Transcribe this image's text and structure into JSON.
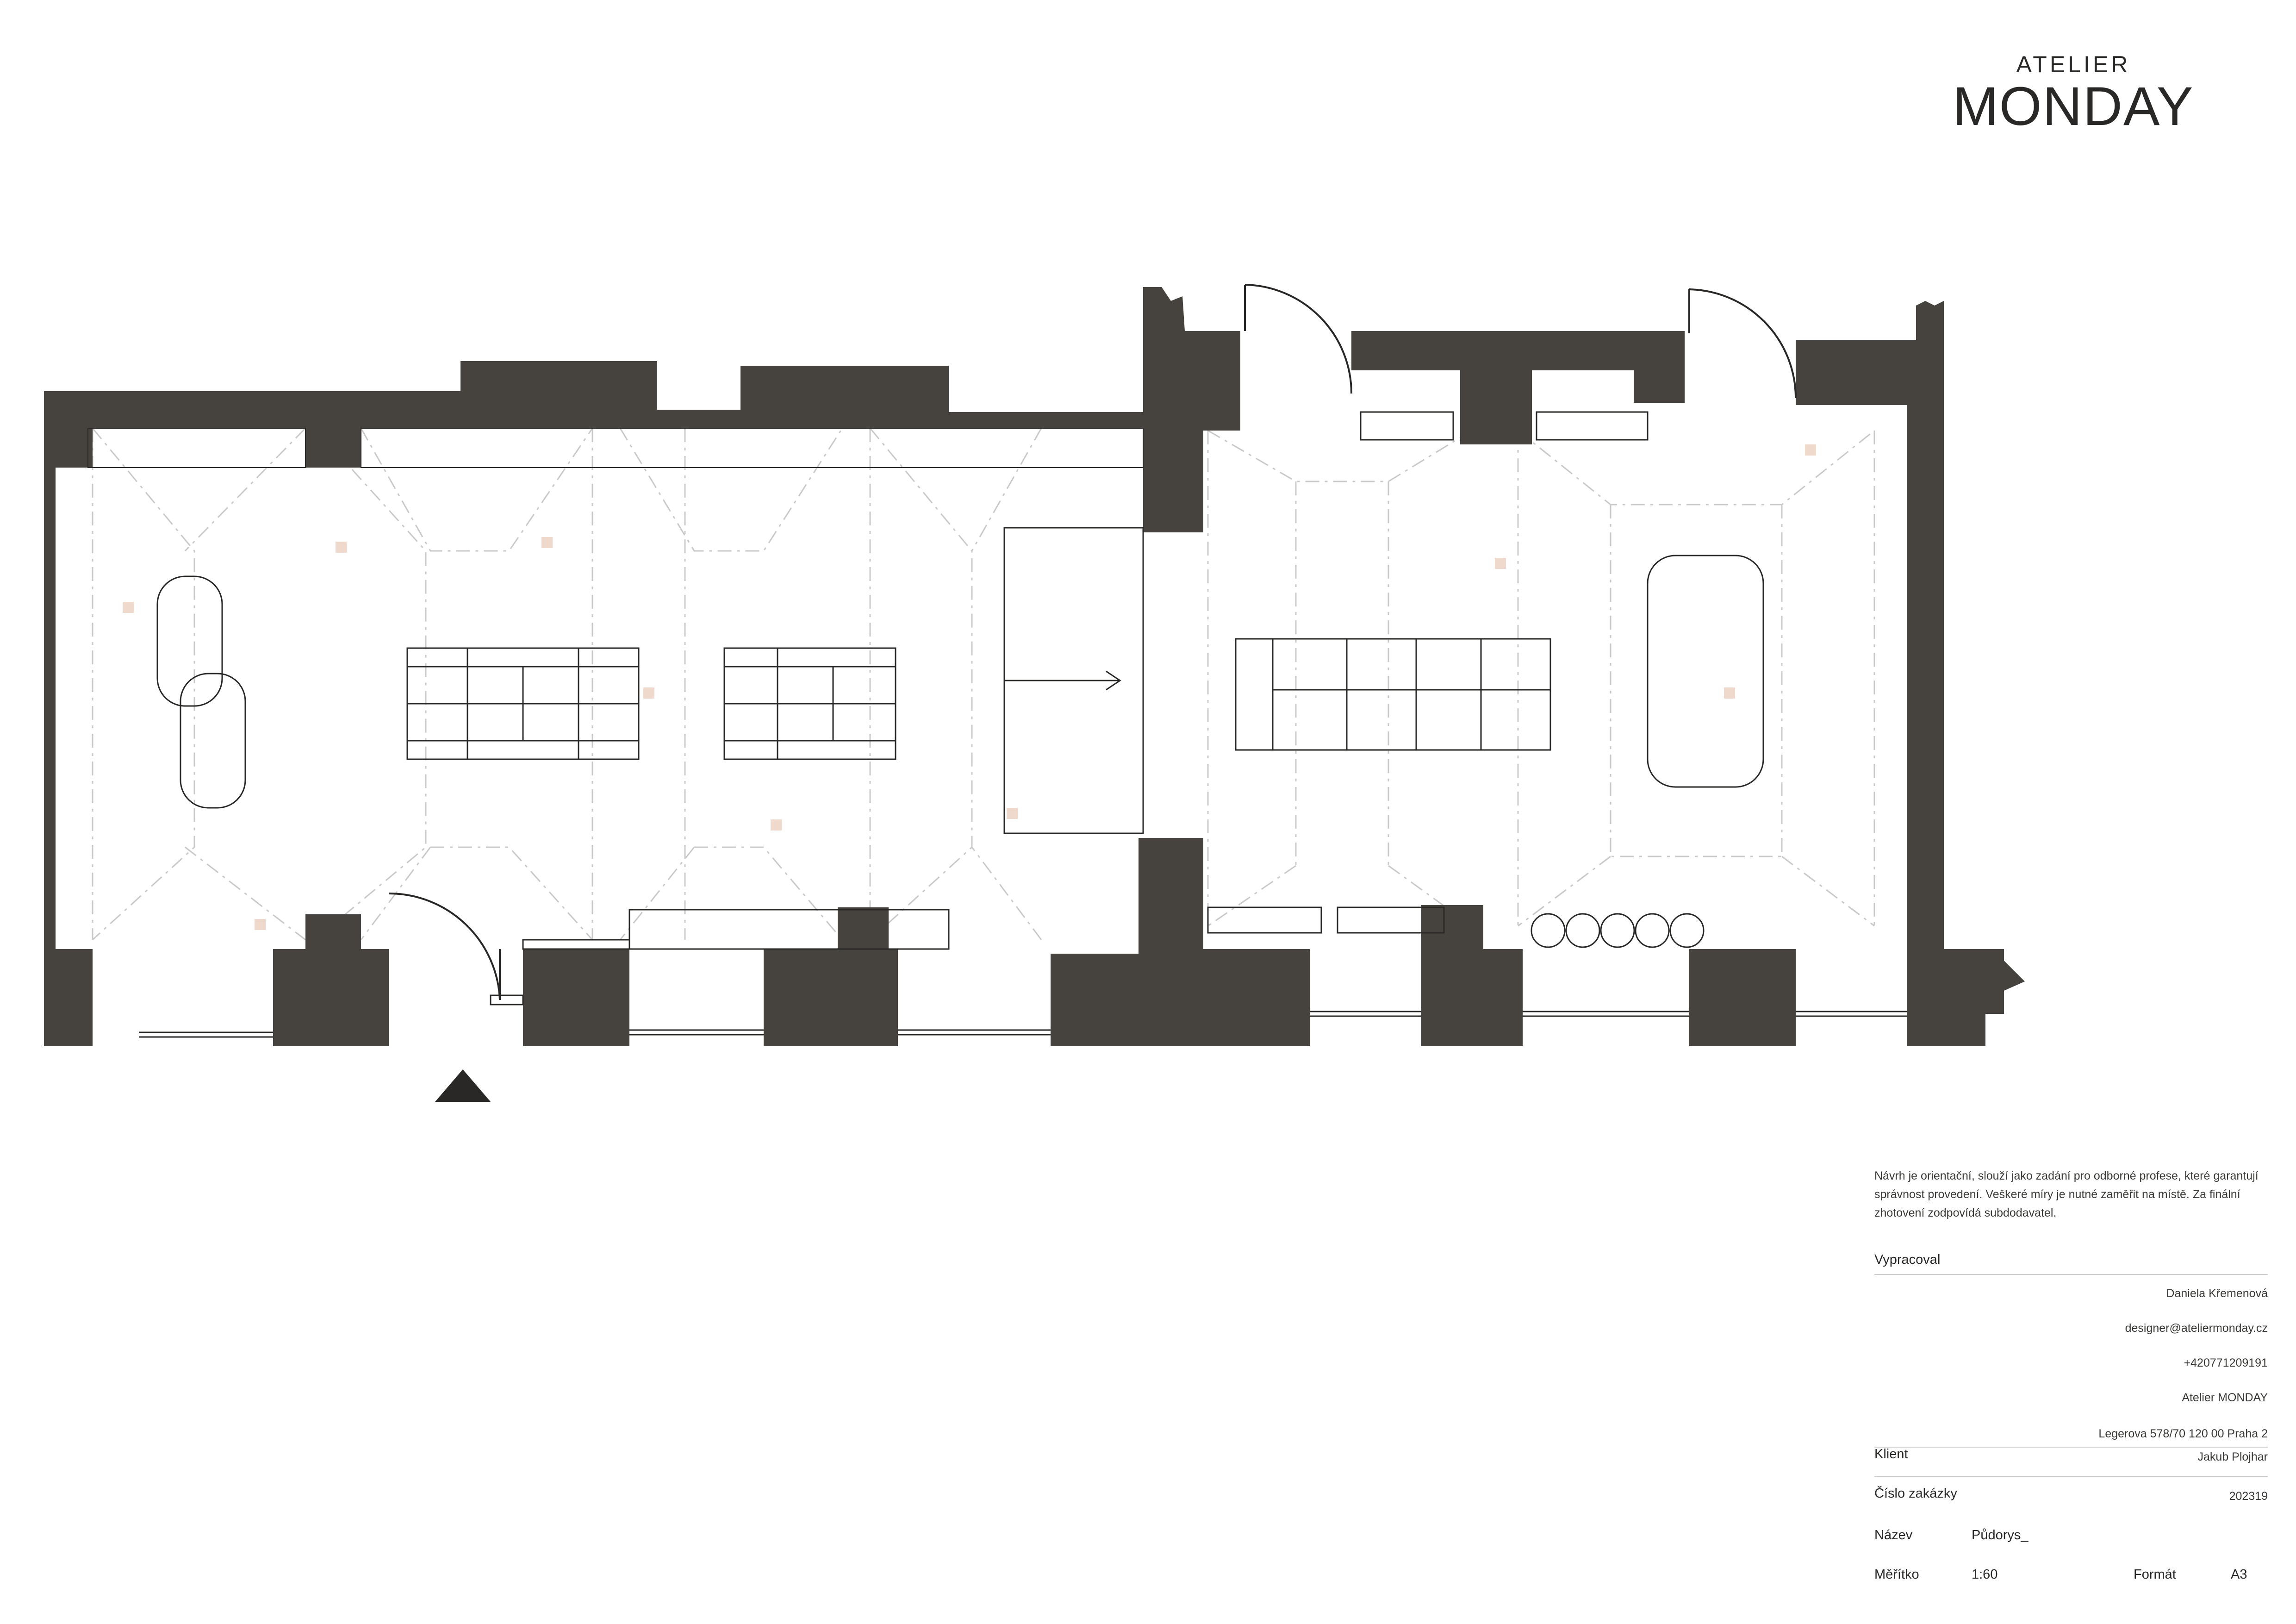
{
  "brand": {
    "line1": "ATELIER",
    "line2": "MONDAY"
  },
  "title_block": {
    "note": "Návrh je orientační, slouží jako zadání pro odborné profese, které garantují správnost provedení. Veškeré míry je nutné zaměřit na místě. Za finální zhotovení zodpovídá subdodavatel.",
    "prepared_by_label": "Vypracoval",
    "designer_name": "Daniela Křemenová",
    "email": "designer@ateliermonday.cz",
    "phone": "+420771209191",
    "studio": "Atelier MONDAY",
    "address": "Legerova 578/70 120 00 Praha 2",
    "client_label": "Klient",
    "client_value": "Jakub Plojhar",
    "order_label": "Číslo zakázky",
    "order_value": "202319",
    "name_label": "Název",
    "name_value": "Půdorys_",
    "scale_label": "Měřítko",
    "scale_value": "1:60",
    "format_label": "Formát",
    "format_value": "A3"
  },
  "colors": {
    "wall": "#46433f",
    "stroke": "#2a2826",
    "accent": "#eed9cc",
    "ceiling": "#c9c9c9"
  }
}
